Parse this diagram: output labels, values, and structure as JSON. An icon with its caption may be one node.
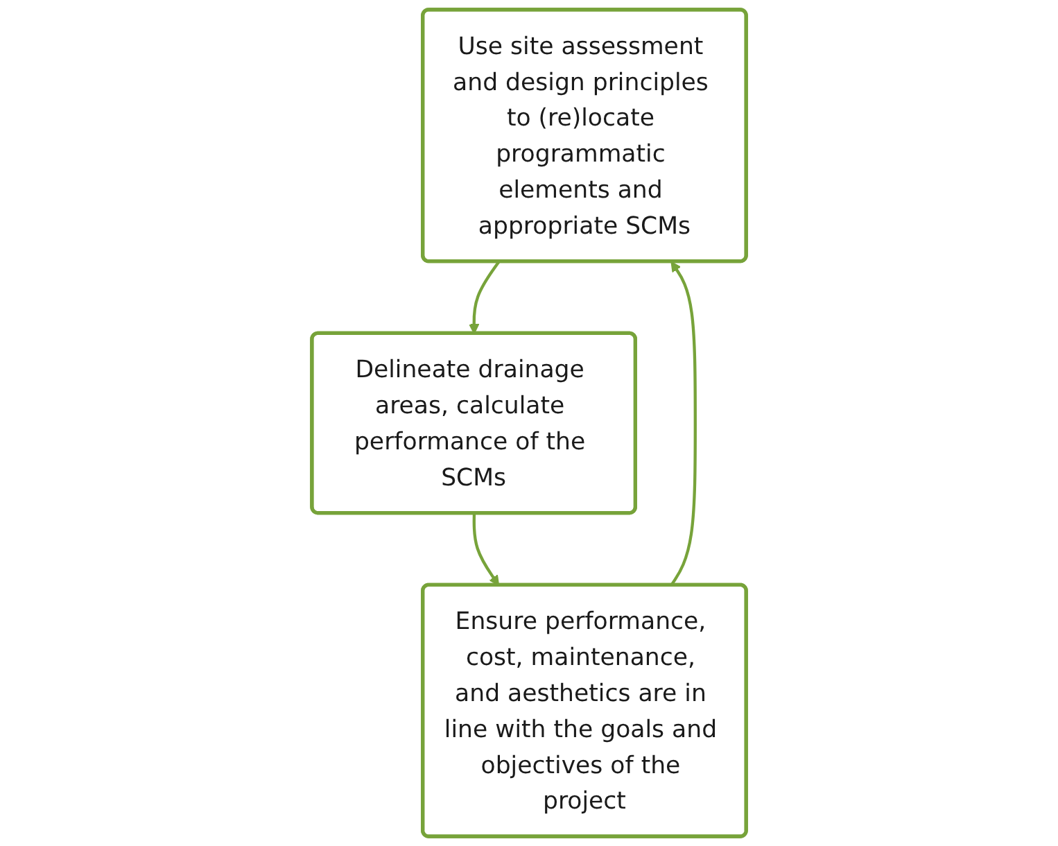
{
  "diagram": {
    "nodes": [
      {
        "text": [
          "Use site assessment and design principles to (re)locate programmatic elements and appropriate SCMs"
        ]
      },
      {
        "text": [
          "Delineate drainage areas, calculate performance of the SCMs"
        ]
      },
      {
        "text": [
          "Ensure performance, cost, maintenance, and aesthetics are in line with the goals and objectives of the project"
        ]
      }
    ],
    "edges": [
      {
        "from": 0,
        "to": 1,
        "arrow": "to"
      },
      {
        "from": 1,
        "to": 2,
        "arrow": "to"
      },
      {
        "from": 2,
        "to": 0,
        "arrow": "to"
      }
    ]
  }
}
